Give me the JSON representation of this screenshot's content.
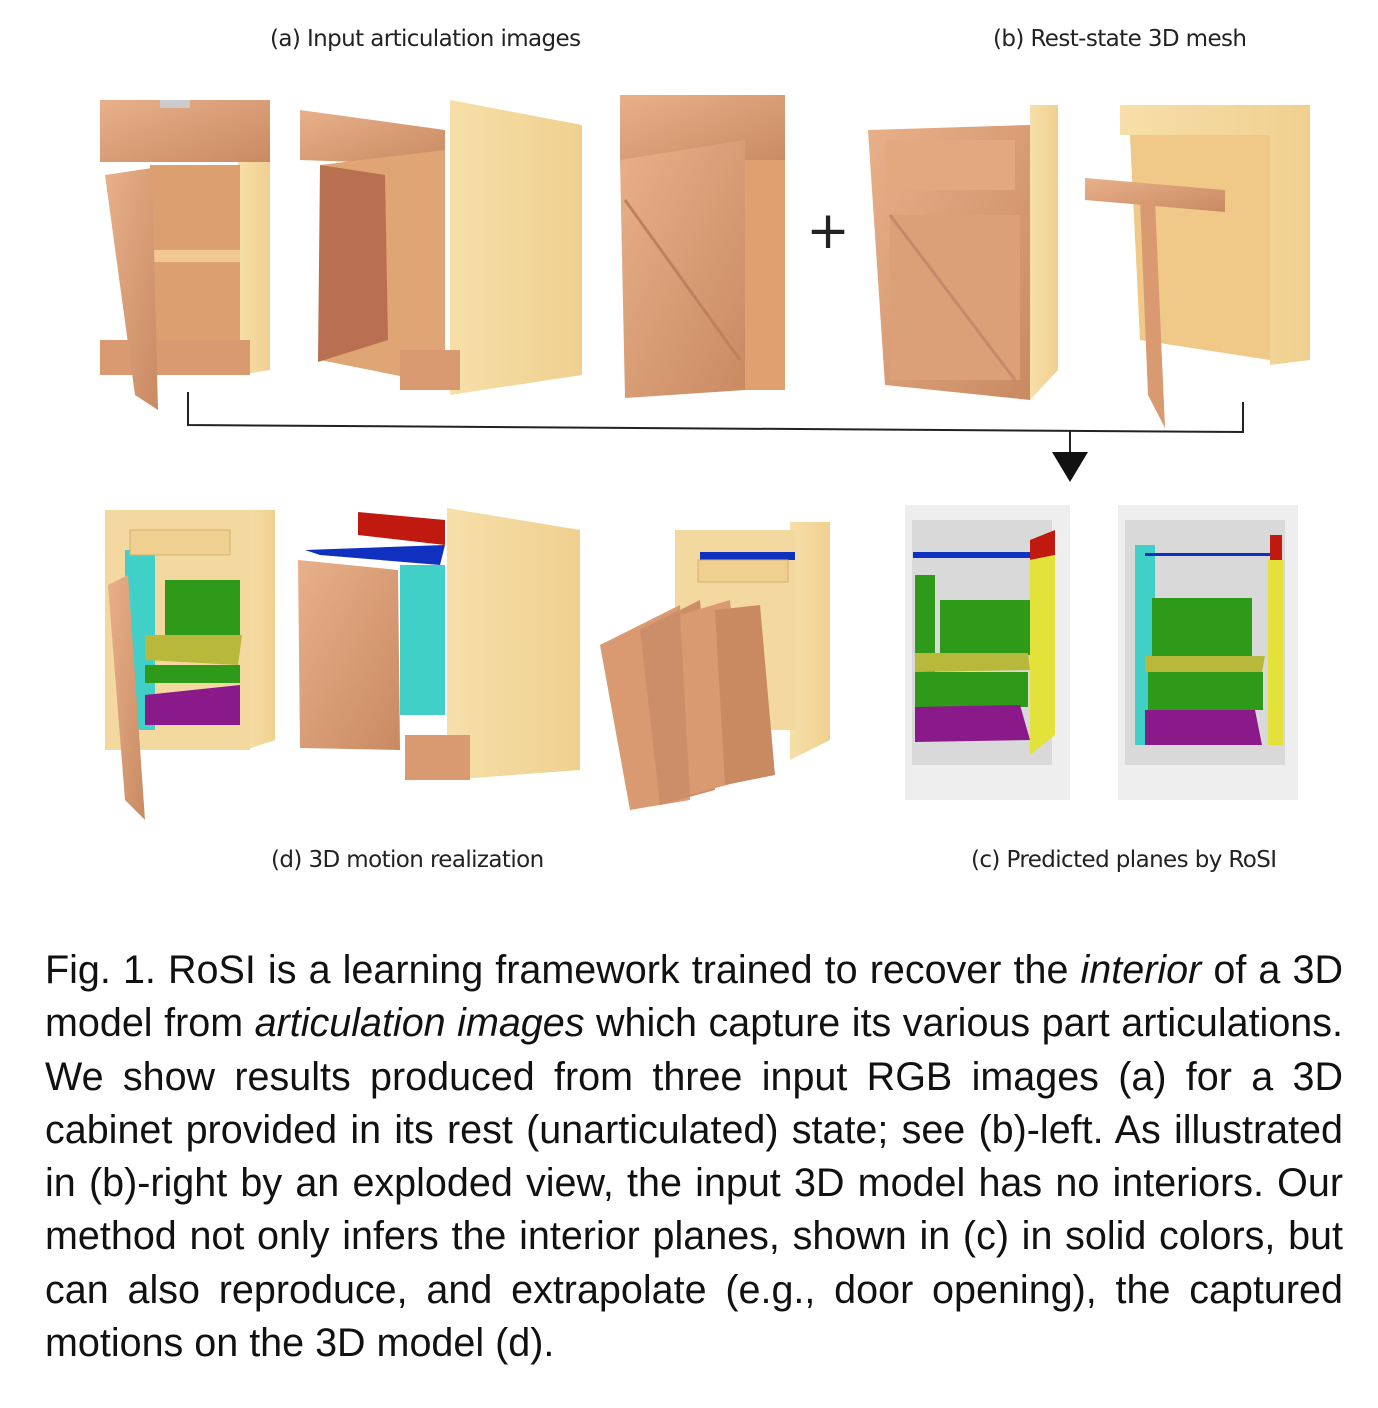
{
  "figure": {
    "labels": {
      "a": "(a) Input articulation images",
      "b": "(b) Rest-state 3D mesh",
      "c": "(c) Predicted planes by RoSI",
      "d": "(d) 3D motion realization"
    },
    "plus_sign": "+",
    "colors": {
      "wood_light": "#f3d9a0",
      "wood_door": "#d99a72",
      "plane_green": "#2f9a1a",
      "plane_yellow": "#b8b83a",
      "plane_purple": "#8a1a8a",
      "plane_cyan": "#40d0c8",
      "plane_blue": "#1030c0",
      "plane_red": "#c01a10"
    }
  },
  "caption": {
    "prefix": "Fig. 1.",
    "t1": " RoSI is a learning framework trained to recover the ",
    "em1": "interior",
    "t2": " of a 3D model from ",
    "em2": "articulation images",
    "t3": " which capture its various part articulations. We show results produced from three input RGB images (a) for a 3D cabinet provided in its rest (unarticulated) state; see (b)-left. As illustrated in (b)-right by an exploded view, the input 3D model has no interiors. Our method not only infers the interior planes, shown in (c) in solid colors, but can also reproduce, and extrapolate (e.g., door opening), the captured motions on the 3D model (d)."
  }
}
